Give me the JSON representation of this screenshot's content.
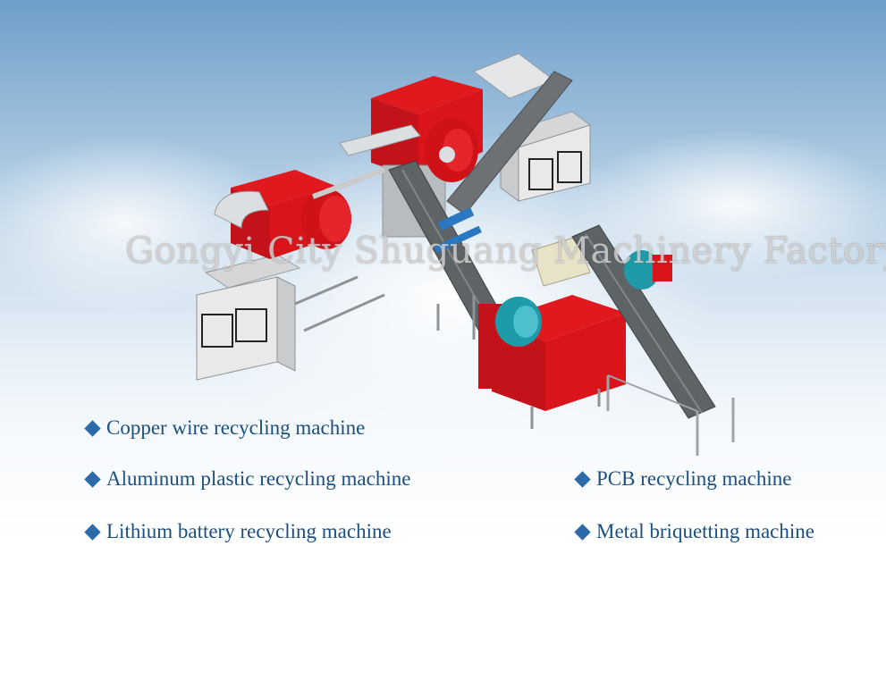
{
  "watermark": "Gongyi City Shuguang Machinery Factory",
  "products": {
    "copper": "Copper wire recycling machine",
    "aluminum": "Aluminum plastic recycling machine",
    "pcb": "PCB recycling machine",
    "lithium": "Lithium battery recycling machine",
    "briquetting": "Metal briquetting machine"
  },
  "icons": {
    "bullet": "diamond-icon",
    "machine": "recycling-machine-illustration"
  },
  "colors": {
    "sky": "#6f9fc9",
    "machine_red": "#d9141b",
    "motor_teal": "#1f9aa8",
    "text": "#1c4f7e",
    "bullet": "#2d6aa8"
  }
}
